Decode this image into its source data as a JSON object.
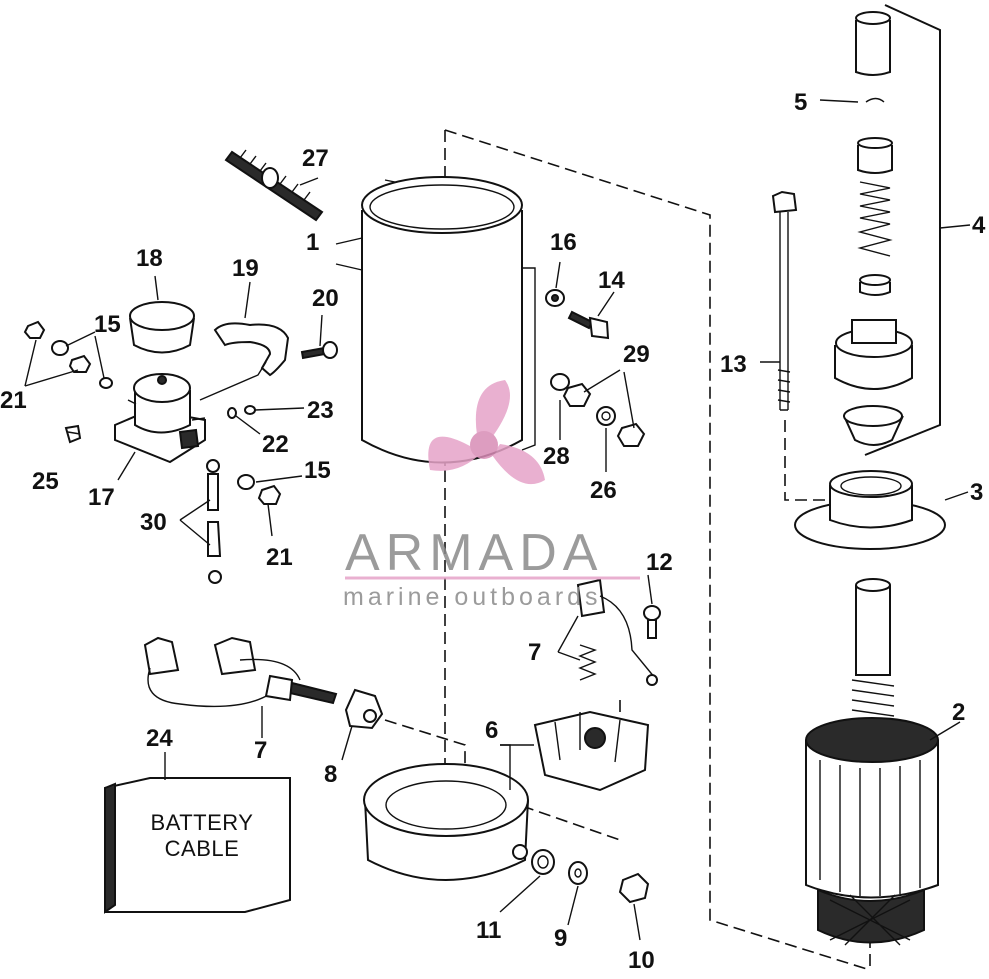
{
  "diagram": {
    "callouts": [
      "1",
      "2",
      "3",
      "4",
      "5",
      "6",
      "7",
      "7",
      "8",
      "9",
      "10",
      "11",
      "12",
      "13",
      "14",
      "15",
      "15",
      "16",
      "17",
      "18",
      "19",
      "20",
      "21",
      "21",
      "22",
      "23",
      "24",
      "25",
      "26",
      "27",
      "28",
      "29",
      "30"
    ],
    "battery_box": {
      "line1": "BATTERY",
      "line2": "CABLE"
    }
  },
  "watermark": {
    "title": "ARMADA",
    "subtitle": "marine outboards",
    "colors": {
      "text": "#8a8a8a",
      "accent": "#e6a3c8"
    }
  }
}
